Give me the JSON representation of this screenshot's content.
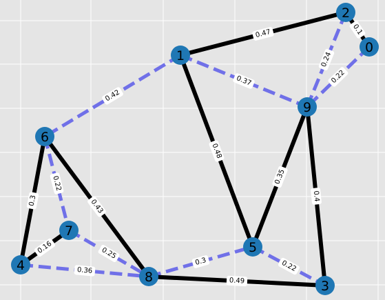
{
  "colors": {
    "background": "#e5e5e5",
    "grid": "#ffffff",
    "node_fill": "#1f77b4",
    "solid_edge": "#000000",
    "dashed_edge": "#7070e8",
    "label_box": "#ffffff"
  },
  "nodes": [
    {
      "id": "0"
    },
    {
      "id": "1"
    },
    {
      "id": "2"
    },
    {
      "id": "3"
    },
    {
      "id": "4"
    },
    {
      "id": "5"
    },
    {
      "id": "6"
    },
    {
      "id": "7"
    },
    {
      "id": "8"
    },
    {
      "id": "9"
    }
  ],
  "edges": [
    {
      "source": "1",
      "target": "2",
      "weight": "0.47",
      "style": "solid"
    },
    {
      "source": "2",
      "target": "0",
      "weight": "0.1",
      "style": "solid"
    },
    {
      "source": "2",
      "target": "9",
      "weight": "0.24",
      "style": "dashed"
    },
    {
      "source": "0",
      "target": "9",
      "weight": "0.22",
      "style": "dashed"
    },
    {
      "source": "1",
      "target": "9",
      "weight": "0.37",
      "style": "dashed"
    },
    {
      "source": "1",
      "target": "6",
      "weight": "0.42",
      "style": "dashed"
    },
    {
      "source": "1",
      "target": "5",
      "weight": "0.48",
      "style": "solid"
    },
    {
      "source": "9",
      "target": "5",
      "weight": "0.35",
      "style": "solid"
    },
    {
      "source": "9",
      "target": "3",
      "weight": "0.4",
      "style": "solid"
    },
    {
      "source": "6",
      "target": "4",
      "weight": "0.3",
      "style": "solid"
    },
    {
      "source": "6",
      "target": "7",
      "weight": "0.22",
      "style": "dashed"
    },
    {
      "source": "6",
      "target": "8",
      "weight": "0.43",
      "style": "solid"
    },
    {
      "source": "4",
      "target": "7",
      "weight": "0.16",
      "style": "solid"
    },
    {
      "source": "4",
      "target": "8",
      "weight": "0.36",
      "style": "dashed"
    },
    {
      "source": "7",
      "target": "8",
      "weight": "0.25",
      "style": "dashed"
    },
    {
      "source": "8",
      "target": "5",
      "weight": "0.3",
      "style": "dashed"
    },
    {
      "source": "8",
      "target": "3",
      "weight": "0.49",
      "style": "solid"
    },
    {
      "source": "5",
      "target": "3",
      "weight": "0.22",
      "style": "dashed"
    }
  ]
}
